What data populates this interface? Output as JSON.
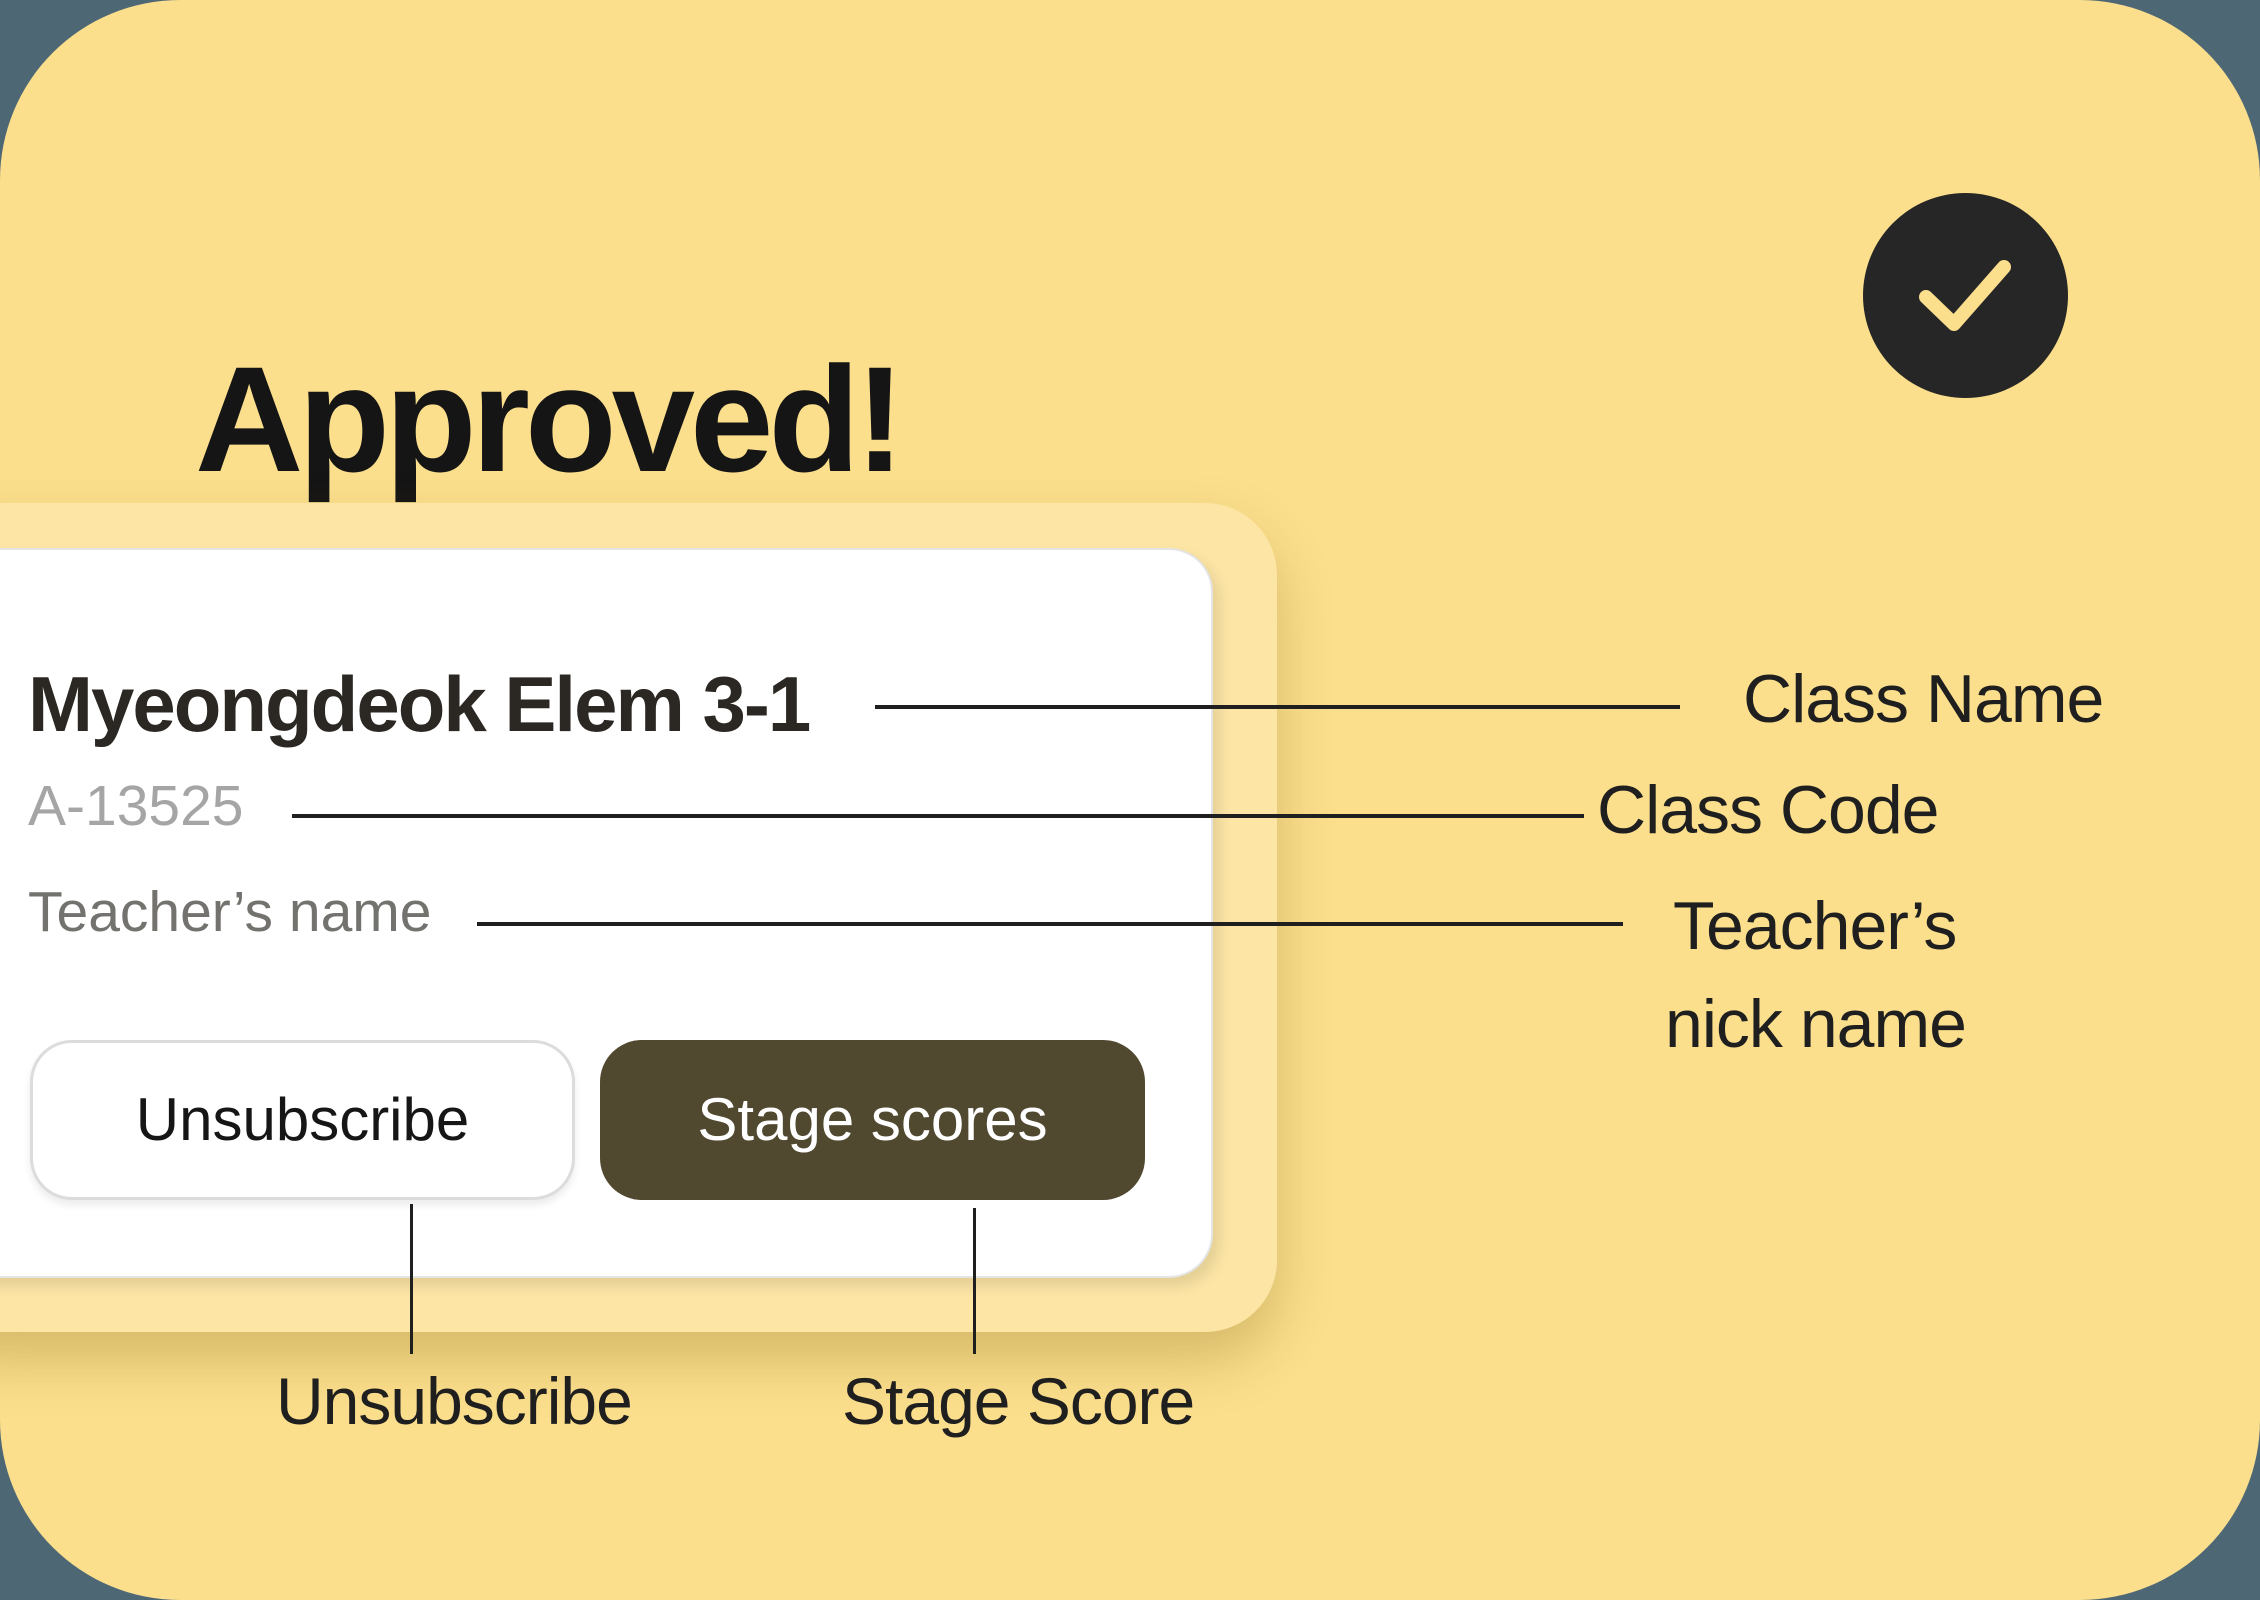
{
  "colors": {
    "backdrop": "#4E6775",
    "canvas": "#FBDF8D",
    "panel": "#FCE5A5",
    "card": "#FFFFFF",
    "card_border": "#DCDCDC",
    "dark_button": "#514830",
    "badge": "#262626",
    "title_text": "#151515",
    "card_title_text": "#2B2823",
    "muted_text": "#A5A5A5",
    "label_text": "#73726E",
    "annotation": "#1F1F1F"
  },
  "header": {
    "title": "Approved!",
    "badge_icon": "check-icon"
  },
  "card": {
    "class_name": "Myeongdeok Elem 3-1",
    "class_code": "A-13525",
    "teacher_name_placeholder": "Teacher’s name",
    "unsubscribe_button": "Unsubscribe",
    "stage_scores_button": "Stage scores"
  },
  "annotations": {
    "class_name": "Class Name",
    "class_code": "Class Code",
    "teacher_line1": "Teacher’s",
    "teacher_line2": "nick name",
    "unsubscribe": "Unsubscribe",
    "stage_score": "Stage Score"
  }
}
